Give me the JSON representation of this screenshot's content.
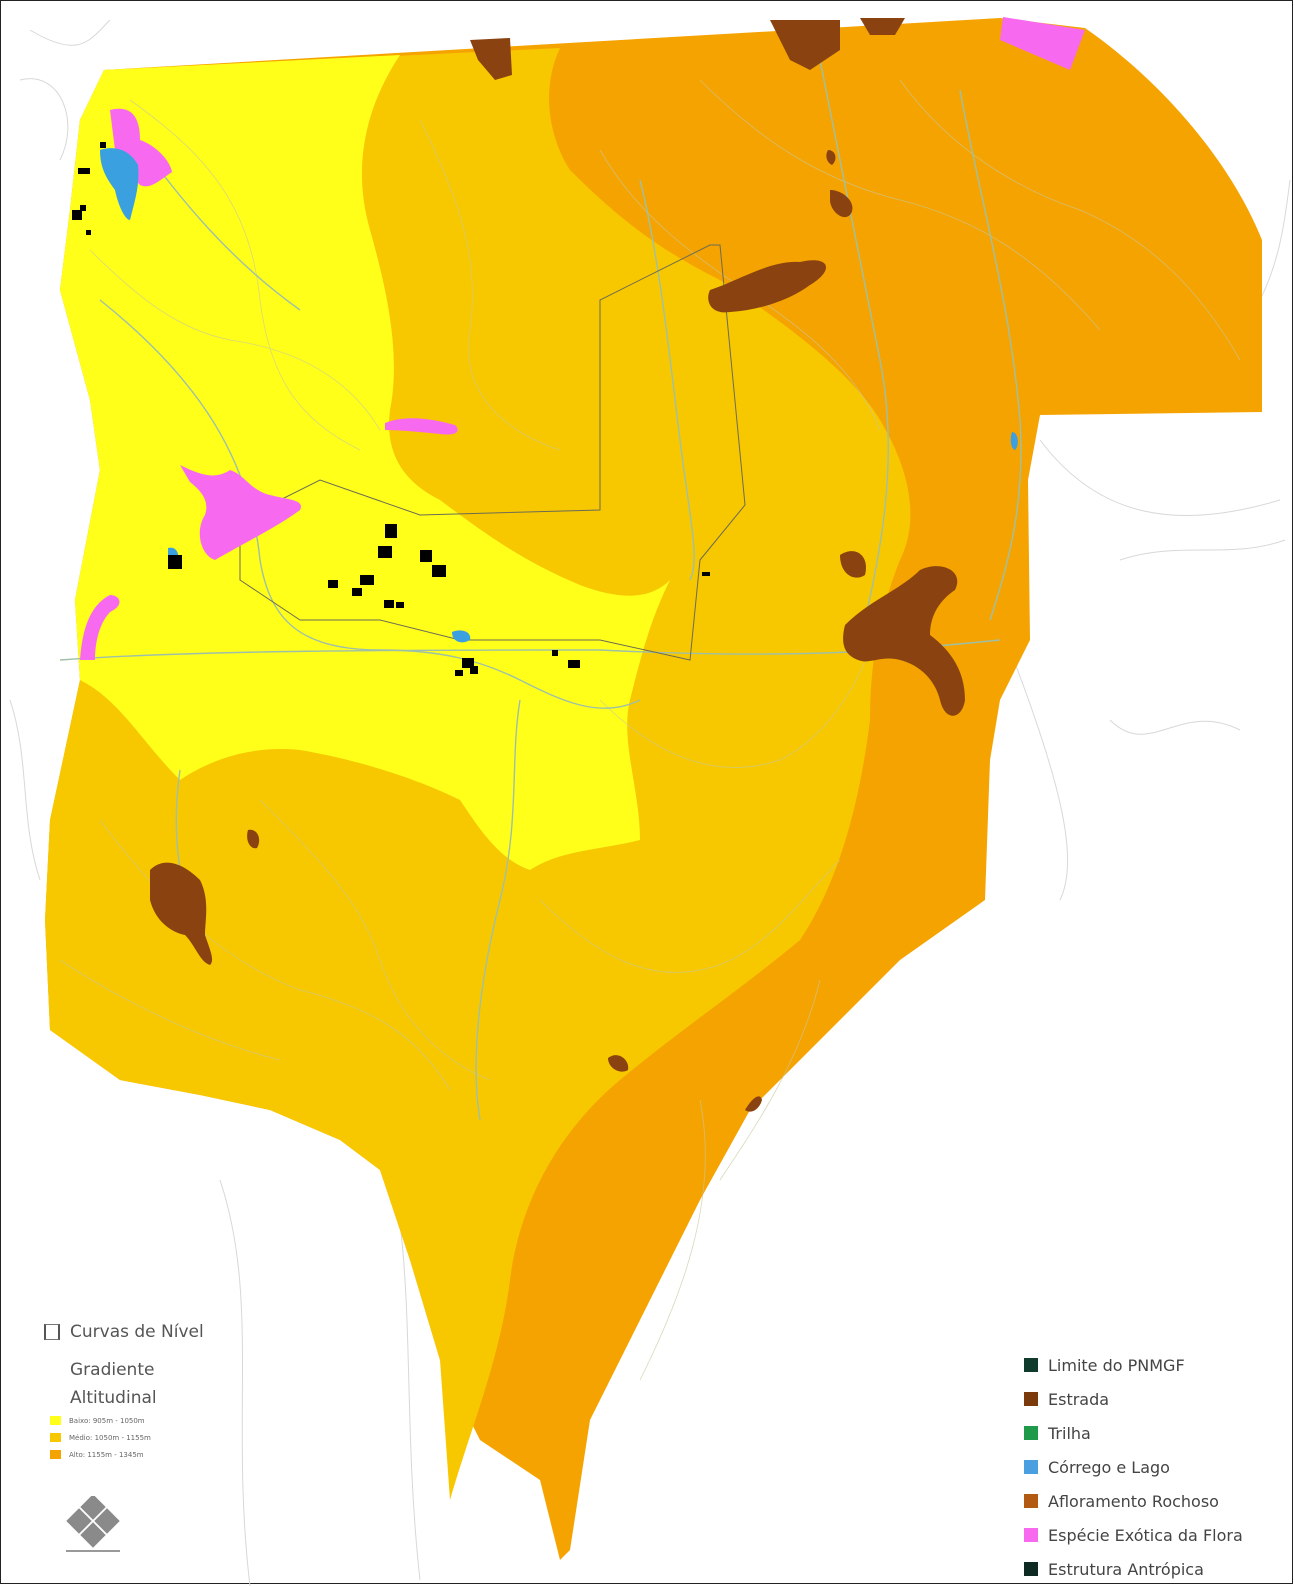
{
  "legend_left": {
    "contour_label": "Curvas de Nível",
    "gradient_title": "Gradiente Altitudinal",
    "gradient_items": [
      {
        "label": "Baixo: 905m - 1050m",
        "color": "#ffff1a"
      },
      {
        "label": "Médio: 1050m - 1155m",
        "color": "#f7c800"
      },
      {
        "label": "Alto: 1155m - 1345m",
        "color": "#f5a300"
      }
    ]
  },
  "legend_right": {
    "items": [
      {
        "label": "Limite do PNMGF",
        "color": "#0f3a2c"
      },
      {
        "label": "Estrada",
        "color": "#7a3a0c"
      },
      {
        "label": "Trilha",
        "color": "#1f9a4a"
      },
      {
        "label": "Córrego e Lago",
        "color": "#4a9fe0"
      },
      {
        "label": "Afloramento Rochoso",
        "color": "#b35a12"
      },
      {
        "label": "Espécie Exótica da Flora",
        "color": "#f76af0"
      },
      {
        "label": "Estrutura Antrópica",
        "color": "#0f2a22"
      }
    ]
  },
  "logo": {
    "icon": "diamond-logo-icon"
  },
  "colors": {
    "low_zone": "#ffff1a",
    "mid_zone": "#f7c800",
    "high_zone": "#f5a300",
    "rock": "#8a4310",
    "exotic": "#f76af0",
    "water": "#3aa0e0",
    "structure": "#000000",
    "contour": "#c8c8c8"
  }
}
